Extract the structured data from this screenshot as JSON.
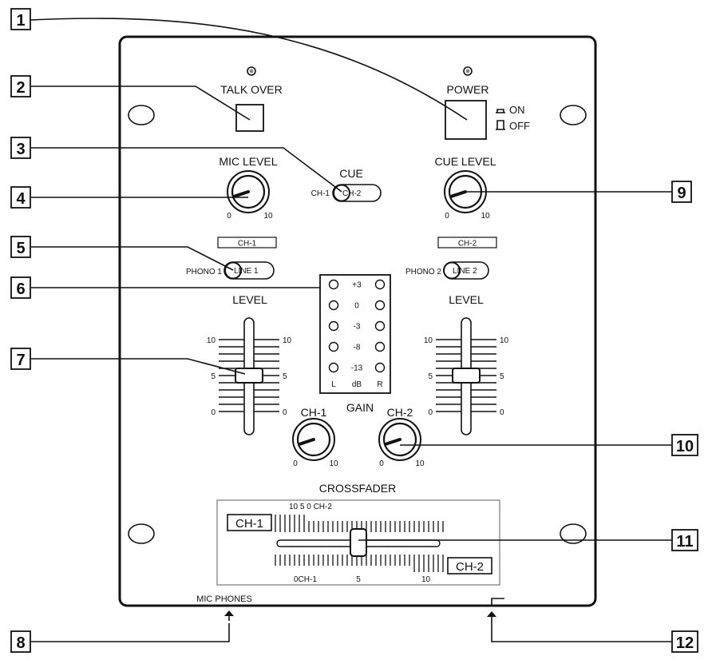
{
  "callouts": [
    "1",
    "2",
    "3",
    "4",
    "5",
    "6",
    "7",
    "8",
    "9",
    "10",
    "11",
    "12"
  ],
  "labels": {
    "talk_over": "TALK OVER",
    "power": "POWER",
    "on": "ON",
    "off": "OFF",
    "cue": "CUE",
    "cue_ch1": "CH-1",
    "cue_ch2": "CH-2",
    "mic_level": "MIC LEVEL",
    "cue_level": "CUE LEVEL",
    "ch1": "CH-1",
    "ch2": "CH-2",
    "phono1": "PHONO 1",
    "line1": "LINE 1",
    "phono2": "PHONO 2",
    "line2": "LINE 2",
    "level_left": "LEVEL",
    "level_right": "LEVEL",
    "gain": "GAIN",
    "gain_ch1": "CH-1",
    "gain_ch2": "CH-2",
    "crossfader": "CROSSFADER",
    "xf_ch1": "CH-1",
    "xf_ch2": "CH-2",
    "xf_top_scale": "10 5 0 CH-2",
    "xf_bottom_0ch1": "0CH-1",
    "xf_bottom_5": "5",
    "xf_bottom_10": "10",
    "mic_phones": "MIC PHONES",
    "knob_min": "0",
    "knob_max": "10",
    "fader_10": "10",
    "fader_5": "5",
    "fader_0": "0"
  },
  "meter": {
    "levels": [
      "+3",
      "0",
      "-3",
      "-8",
      "-13"
    ],
    "left": "L",
    "unit": "dB",
    "right": "R"
  },
  "settings": {
    "mic_level": 1,
    "cue_level": 1,
    "gain_ch1": 1,
    "gain_ch2": 1,
    "level_ch1": 5,
    "level_ch2": 5,
    "crossfader": 5
  }
}
